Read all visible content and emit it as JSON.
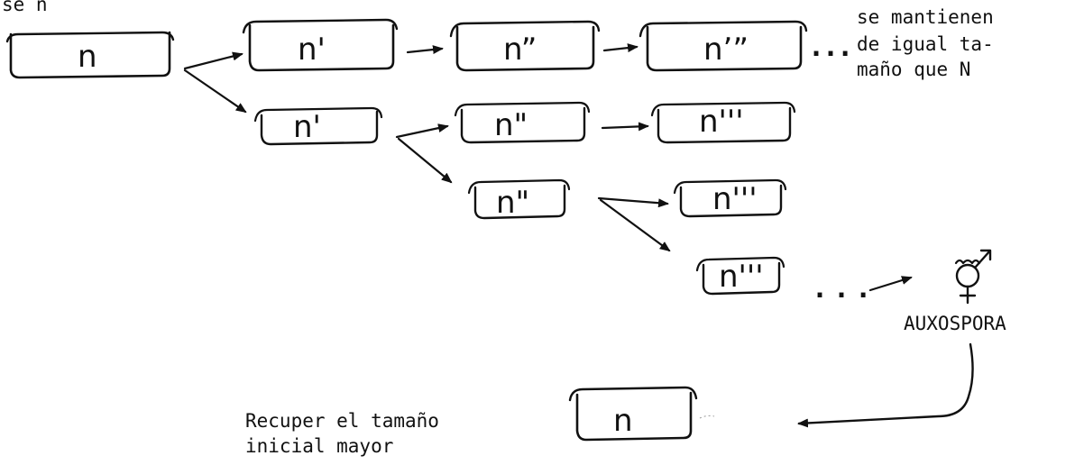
{
  "top_partial_text": "se n",
  "cells": {
    "parent": "n",
    "row1_1": "n'",
    "row1_2": "n”",
    "row1_3": "n’”",
    "row2_1": "n'",
    "row2_2": "n\"",
    "row2_3": "n'''",
    "row3_2": "n\"",
    "row3_3": "n'''",
    "row4_3": "n'''",
    "result": "n"
  },
  "note_same_size": {
    "line1": "se mantienen",
    "line2": "de igual ta-",
    "line3": "maño que  N"
  },
  "auxospora_label": "AUXOSPORA",
  "recover_note": {
    "line1": "Recuper el tamaño",
    "line2": "inicial mayor"
  },
  "ellipsis": "..."
}
